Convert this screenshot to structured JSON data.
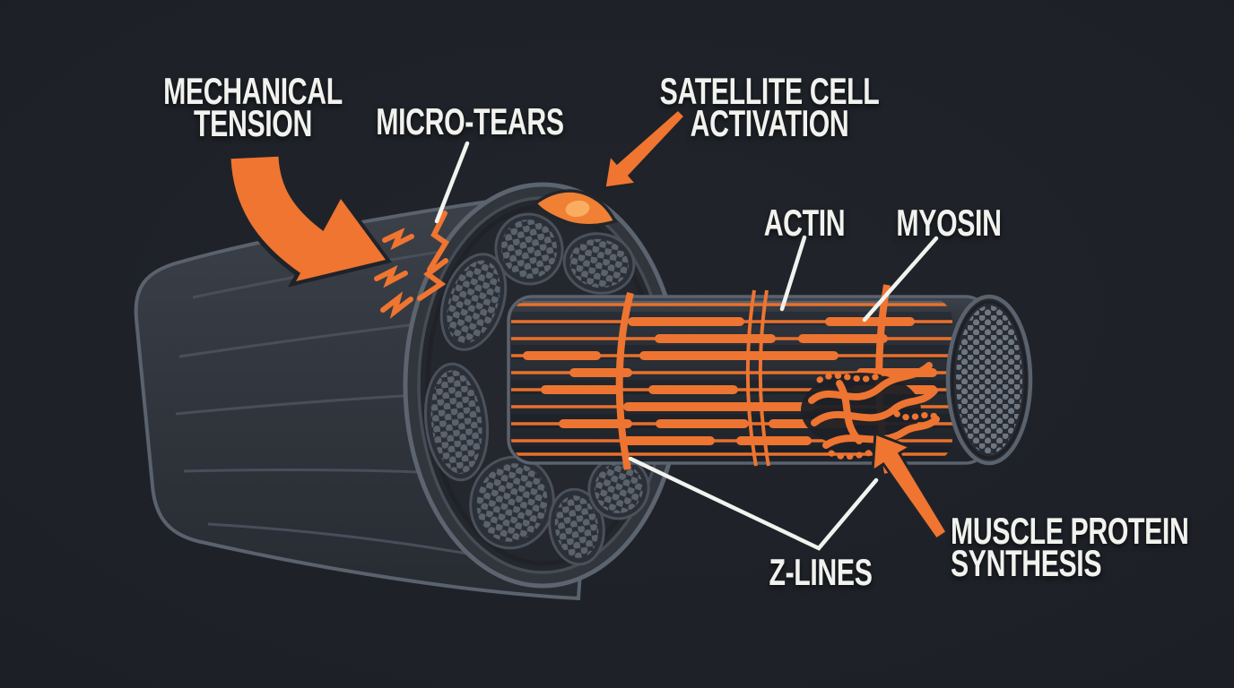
{
  "labels": {
    "mechanical_tension": {
      "line1": "MECHANICAL",
      "line2": "TENSION"
    },
    "micro_tears": "MICRO-TEARS",
    "satellite_cell_activation": {
      "line1": "SATELLITE CELL",
      "line2": "ACTIVATION"
    },
    "actin": "ACTIN",
    "myosin": "MYOSIN",
    "z_lines": "Z-LINES",
    "muscle_protein_synthesis": {
      "line1": "MUSCLE PROTEIN",
      "line2": "SYNTHESIS"
    }
  },
  "colors": {
    "background": "#1d2026",
    "accent_orange": "#ee7431",
    "accent_orange_light": "#f9ad61",
    "text": "#f1f2ee",
    "leader_line": "#f2f3ef",
    "muscle_body": "#33383f",
    "muscle_outline": "#5a626e",
    "fascicle_fill": "#2b2f37",
    "fascicle_dots": "#5a626c",
    "myofibril_fill": "#2a2e36"
  },
  "icons": {
    "mechanical-tension-arrow-icon": "large curved orange arrow pressing down on muscle",
    "micro-tears-icon": "orange lightning-bolt tear marks on muscle surface",
    "satellite-cell-icon": "orange spindle-shaped cell with light nucleus on muscle rim",
    "satellite-arrow-icon": "straight orange arrow pointing to satellite cell",
    "mps-arrow-icon": "straight orange arrow pointing to protein strand tangle",
    "protein-tangle-icon": "wavy orange protein strands (new synthesis)",
    "z-line-icon": "vertical orange bands across myofibril",
    "actin-filament-icon": "thin orange horizontal lines",
    "myosin-filament-icon": "thick rounded orange horizontal segments"
  }
}
